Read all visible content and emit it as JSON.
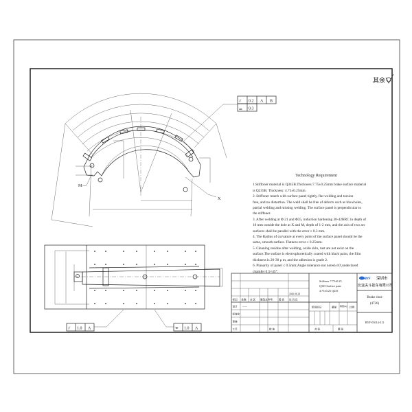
{
  "drawing": {
    "roughness_note": "其余",
    "tolerance_top": {
      "symbol": "//",
      "value": "0.2",
      "datum1": "A",
      "datum2": "B"
    },
    "profile_top": {
      "symbol": "⌓",
      "value": "0.3"
    },
    "tolerance_bottom_left": {
      "symbol": "//",
      "value": "1.0",
      "datum": "A"
    },
    "tolerance_bottom_right": {
      "symbol": "⌯",
      "value": "1.0",
      "datum": "A"
    },
    "labels": {
      "m": "M",
      "x": "X"
    }
  },
  "technology": {
    "title": "Technology Requirement",
    "lines": [
      "1.Stiffoner material is Q345B.Thickness:7.75±0.25mm brake surface material",
      "is Q235B, Thickness: 4.75±0.25mm.",
      "2. Stiffoner match with surface panel tightly, flat welding  and torsion",
      "free, and no distortion. The weld shall be free of defects such as blowholes,",
      "partial welding and missing welding. The surface panel is perpendicular to",
      "the stiffener.",
      "3. After welding at Φ 21 and Φ35, induction hardening 38-42HRC in depth of",
      "10 mm outside the hole at X and M, depth of 1-2 mm, and the axis of two arc",
      "surfaces shall be parallel with the error ≤ 0.3 mm.",
      "4. The Radius of curvature at every point of the surface panel should be the",
      "same, smooth surface. Flatness error ≤ 0.25mm.",
      "5. Cleaning residue after welding,  oxide skin, rust are not exist on the",
      "surface.The surface is electrophoretically coated with black paint, the film",
      "thickness is 20-30 μ m, and the adhesion is grade 2.",
      "6. Planarity of panel ≤ 0.5mm;Angle tolerance not noted±10',undeclared",
      "chamfer 0.5×45°."
    ]
  },
  "title_block": {
    "headers": [
      "标记",
      "处数",
      "分 区",
      "更改文件号",
      "签 名",
      "年.月.日"
    ],
    "date": "2020.06.30",
    "roles": [
      "设计",
      "标准化",
      "审核",
      "工艺"
    ],
    "designer_mark": "——",
    "approve": "批 准",
    "material_lines": [
      "Stiffener 7.75±0.25",
      "Q345 Surface pane",
      "4.75±0.25 Q235"
    ],
    "stage_mark": "阶段标记",
    "weight": "重量",
    "weight_unit": "重量(kg)",
    "scale": "比例",
    "sheets_total": "共  张",
    "sheet_no": "第  张",
    "logo": "BYF",
    "company_line1": "深圳市",
    "company_line2": "比亚夫斗挂车有限公司",
    "part_name": "Brake shoe",
    "part_code": "(4726)",
    "drawing_no": "BYF-03014-211"
  }
}
